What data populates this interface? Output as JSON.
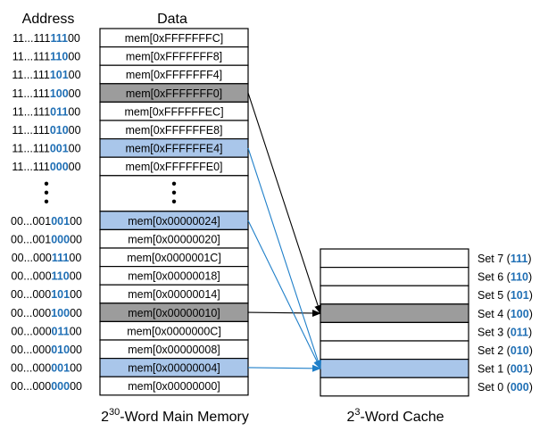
{
  "headers": {
    "address": "Address",
    "data": "Data"
  },
  "memory_rows": [
    {
      "addr_prefix": "11...111",
      "addr_hi": "111",
      "addr_suffix": "00",
      "data": "mem[0xFFFFFFFC]",
      "highlight": "none"
    },
    {
      "addr_prefix": "11...111",
      "addr_hi": "110",
      "addr_suffix": "00",
      "data": "mem[0xFFFFFFF8]",
      "highlight": "none"
    },
    {
      "addr_prefix": "11...111",
      "addr_hi": "101",
      "addr_suffix": "00",
      "data": "mem[0xFFFFFFF4]",
      "highlight": "none"
    },
    {
      "addr_prefix": "11...111",
      "addr_hi": "100",
      "addr_suffix": "00",
      "data": "mem[0xFFFFFFF0]",
      "highlight": "gray"
    },
    {
      "addr_prefix": "11...111",
      "addr_hi": "011",
      "addr_suffix": "00",
      "data": "mem[0xFFFFFFEC]",
      "highlight": "none"
    },
    {
      "addr_prefix": "11...111",
      "addr_hi": "010",
      "addr_suffix": "00",
      "data": "mem[0xFFFFFFE8]",
      "highlight": "none"
    },
    {
      "addr_prefix": "11...111",
      "addr_hi": "001",
      "addr_suffix": "00",
      "data": "mem[0xFFFFFFE4]",
      "highlight": "blue"
    },
    {
      "addr_prefix": "11...111",
      "addr_hi": "000",
      "addr_suffix": "00",
      "data": "mem[0xFFFFFFE0]",
      "highlight": "none"
    },
    {
      "ellipsis": true
    },
    {
      "addr_prefix": "00...001",
      "addr_hi": "001",
      "addr_suffix": "00",
      "data": "mem[0x00000024]",
      "highlight": "blue"
    },
    {
      "addr_prefix": "00...001",
      "addr_hi": "000",
      "addr_suffix": "00",
      "data": "mem[0x00000020]",
      "highlight": "none"
    },
    {
      "addr_prefix": "00...000",
      "addr_hi": "111",
      "addr_suffix": "00",
      "data": "mem[0x0000001C]",
      "highlight": "none"
    },
    {
      "addr_prefix": "00...000",
      "addr_hi": "110",
      "addr_suffix": "00",
      "data": "mem[0x00000018]",
      "highlight": "none"
    },
    {
      "addr_prefix": "00...000",
      "addr_hi": "101",
      "addr_suffix": "00",
      "data": "mem[0x00000014]",
      "highlight": "none"
    },
    {
      "addr_prefix": "00...000",
      "addr_hi": "100",
      "addr_suffix": "00",
      "data": "mem[0x00000010]",
      "highlight": "gray"
    },
    {
      "addr_prefix": "00...000",
      "addr_hi": "011",
      "addr_suffix": "00",
      "data": "mem[0x0000000C]",
      "highlight": "none"
    },
    {
      "addr_prefix": "00...000",
      "addr_hi": "010",
      "addr_suffix": "00",
      "data": "mem[0x00000008]",
      "highlight": "none"
    },
    {
      "addr_prefix": "00...000",
      "addr_hi": "001",
      "addr_suffix": "00",
      "data": "mem[0x00000004]",
      "highlight": "blue"
    },
    {
      "addr_prefix": "00...000",
      "addr_hi": "000",
      "addr_suffix": "00",
      "data": "mem[0x00000000]",
      "highlight": "none"
    }
  ],
  "cache_sets": [
    {
      "label": "Set 7",
      "bits": "111",
      "highlight": "none"
    },
    {
      "label": "Set 6",
      "bits": "110",
      "highlight": "none"
    },
    {
      "label": "Set 5",
      "bits": "101",
      "highlight": "none"
    },
    {
      "label": "Set 4",
      "bits": "100",
      "highlight": "gray"
    },
    {
      "label": "Set 3",
      "bits": "011",
      "highlight": "none"
    },
    {
      "label": "Set 2",
      "bits": "010",
      "highlight": "none"
    },
    {
      "label": "Set 1",
      "bits": "001",
      "highlight": "blue"
    },
    {
      "label": "Set 0",
      "bits": "000",
      "highlight": "none"
    }
  ],
  "arrows": [
    {
      "from_row": 3,
      "to_set": 4,
      "color": "black"
    },
    {
      "from_row": 14,
      "to_set": 4,
      "color": "black"
    },
    {
      "from_row": 6,
      "to_set": 1,
      "color": "blue"
    },
    {
      "from_row": 9,
      "to_set": 1,
      "color": "blue"
    },
    {
      "from_row": 17,
      "to_set": 1,
      "color": "blue"
    }
  ],
  "captions": {
    "memory_base": "2",
    "memory_exp": "30",
    "memory_rest": "-Word Main Memory",
    "cache_base": "2",
    "cache_exp": "3",
    "cache_rest": "-Word Cache"
  },
  "colors": {
    "gray_fill": "#9c9c9c",
    "blue_fill": "#a9c6ea",
    "bit_blue": "#1f6fb5",
    "arrow_blue": "#1f7fc9",
    "line": "#000000"
  }
}
